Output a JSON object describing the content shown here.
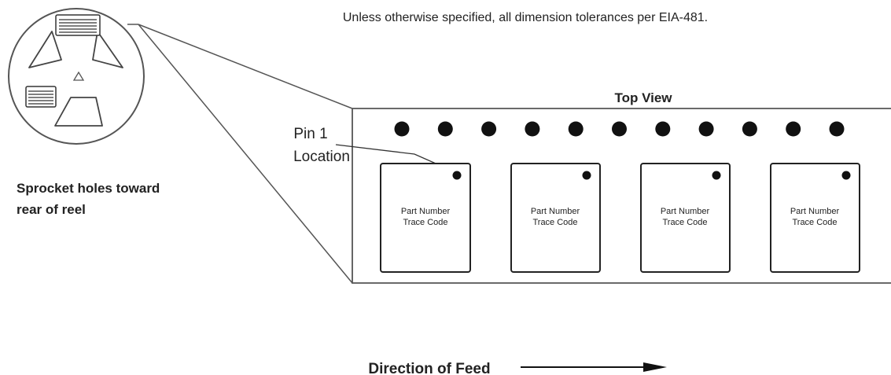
{
  "note": "Unless otherwise specified, all dimension tolerances per EIA-481.",
  "view_label": "Top View",
  "pin1_label": [
    "Pin 1",
    "Location"
  ],
  "sprocket_label": [
    "Sprocket holes toward",
    "rear of reel"
  ],
  "parts": [
    {
      "line1": "Part Number",
      "line2": "Trace Code"
    },
    {
      "line1": "Part Number",
      "line2": "Trace Code"
    },
    {
      "line1": "Part Number",
      "line2": "Trace Code"
    },
    {
      "line1": "Part Number",
      "line2": "Trace Code"
    }
  ],
  "sprocket_hole_count": 11,
  "feed_label": "Direction of Feed"
}
